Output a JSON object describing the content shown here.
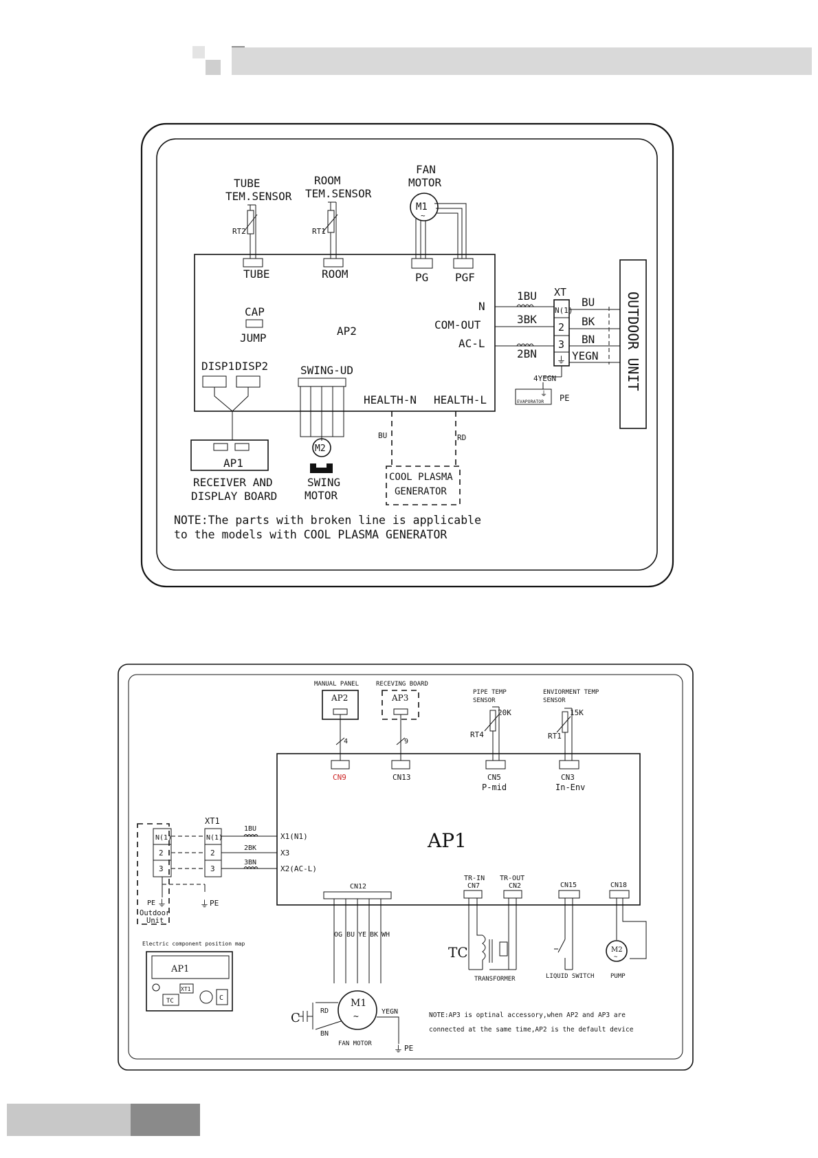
{
  "diagram1": {
    "tube_sensor": [
      "TUBE",
      "TEM.SENSOR"
    ],
    "room_sensor": [
      "ROOM",
      "TEM.SENSOR"
    ],
    "fan_motor": [
      "FAN",
      "MOTOR"
    ],
    "m1": "M1",
    "rt2": "RT2",
    "rt1": "RT1",
    "connectors": {
      "tube": "TUBE",
      "room": "ROOM",
      "pg": "PG",
      "pgf": "PGF",
      "cap": "CAP",
      "jump": "JUMP",
      "disp1": "DISP1",
      "disp2": "DISP2",
      "swing_ud": "SWING-UD"
    },
    "ap2": "AP2",
    "n": "N",
    "com_out": "COM-OUT",
    "ac_l": "AC-L",
    "w1bu": "1BU",
    "w3bk": "3BK",
    "w2bn": "2BN",
    "xt": "XT",
    "xt_terminals": [
      "N(1)",
      "2",
      "3"
    ],
    "outdoor_wires": [
      "BU",
      "BK",
      "BN",
      "YEGN"
    ],
    "outdoor_unit": "OUTDOOR UNIT",
    "w4yegn": "4YEGN",
    "evaporator": "EVAPORATOR",
    "pe": "PE",
    "health_n": "HEALTH-N",
    "health_l": "HEALTH-L",
    "bu": "BU",
    "rd": "RD",
    "cool_plasma": [
      "COOL PLASMA",
      "GENERATOR"
    ],
    "ap1": "AP1",
    "receiver": [
      "RECEIVER AND",
      "DISPLAY BOARD"
    ],
    "m2": "M2",
    "swing_motor": [
      "SWING",
      "MOTOR"
    ],
    "note": [
      "NOTE:The parts with broken line is applicable",
      "to the models with COOL PLASMA  GENERATOR"
    ]
  },
  "diagram2": {
    "manual_panel": "MANUAL PANEL",
    "receiving_board": "RECEVING BOARD",
    "ap2": "AP2",
    "ap3": "AP3",
    "wire4": "4",
    "wire9": "9",
    "pipe_temp": [
      "PIPE TEMP",
      "SENSOR"
    ],
    "env_temp": [
      "ENVIORMENT TEMP",
      "SENSOR"
    ],
    "k20": "20K",
    "k15": "15K",
    "rt4": "RT4",
    "rt1": "RT1",
    "cn9": "CN9",
    "cn13": "CN13",
    "cn5": "CN5",
    "p_mid": "P-mid",
    "cn3": "CN3",
    "in_env": "In-Env",
    "ap1": "AP1",
    "xt1": "XT1",
    "terminals": [
      "N(1)",
      "2",
      "3"
    ],
    "w1bu": "1BU",
    "w2bk": "2BK",
    "w3bn": "3BN",
    "x1": "X1(N1)",
    "x3": "X3",
    "x2": "X2(AC-L)",
    "pe_left": "PE",
    "outdoor_unit": [
      "Outdoor",
      "Unit"
    ],
    "pe": "PE",
    "cn12": "CN12",
    "tr_in": "TR-IN",
    "tr_out": "TR-OUT",
    "cn7": "CN7",
    "cn2": "CN2",
    "cn15": "CN15",
    "cn18": "CN18",
    "motor_wires": [
      "OG",
      "BU",
      "YE",
      "BK",
      "WH"
    ],
    "tc": "TC",
    "transformer": "TRANSFORMER",
    "liquid_switch": "LIQUID SWITCH",
    "pump": "PUMP",
    "m2": "M2",
    "m1": "M1",
    "c": "C",
    "rd": "RD",
    "bn": "BN",
    "yegn": "YEGN",
    "fan_motor": "FAN MOTOR",
    "pe_motor": "PE",
    "position_map": {
      "title": "Electric component position map",
      "ap1": "AP1",
      "xt1": "XT1",
      "tc": "TC",
      "c": "C"
    },
    "note": [
      "NOTE:AP3 is optinal accessory,when AP2 and AP3 are",
      "connected at the same time,AP2 is the default device"
    ]
  },
  "colors": {
    "cn9": "#cc2222",
    "header_bar": "#d9d9d9"
  }
}
